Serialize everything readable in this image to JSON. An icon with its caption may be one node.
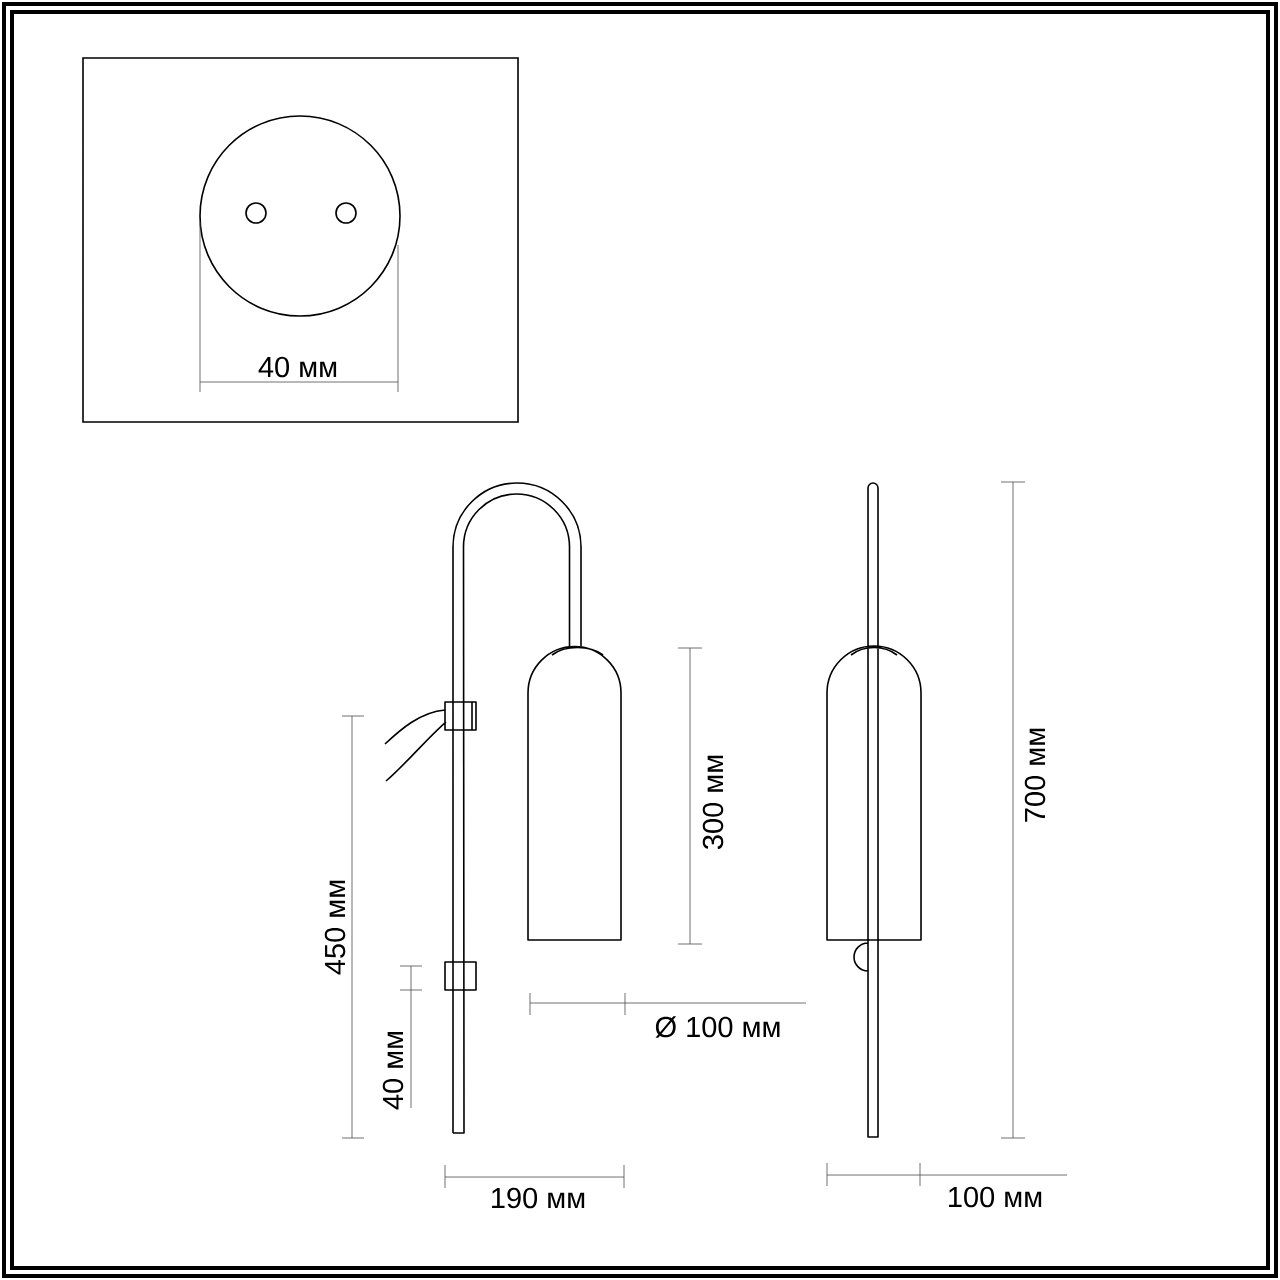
{
  "diagram": {
    "labels": [
      "40 мм",
      "700 мм",
      "300 мм",
      "450 мм",
      "Ø 100 мм",
      "40 мм",
      "190 мм",
      "100 мм"
    ]
  }
}
